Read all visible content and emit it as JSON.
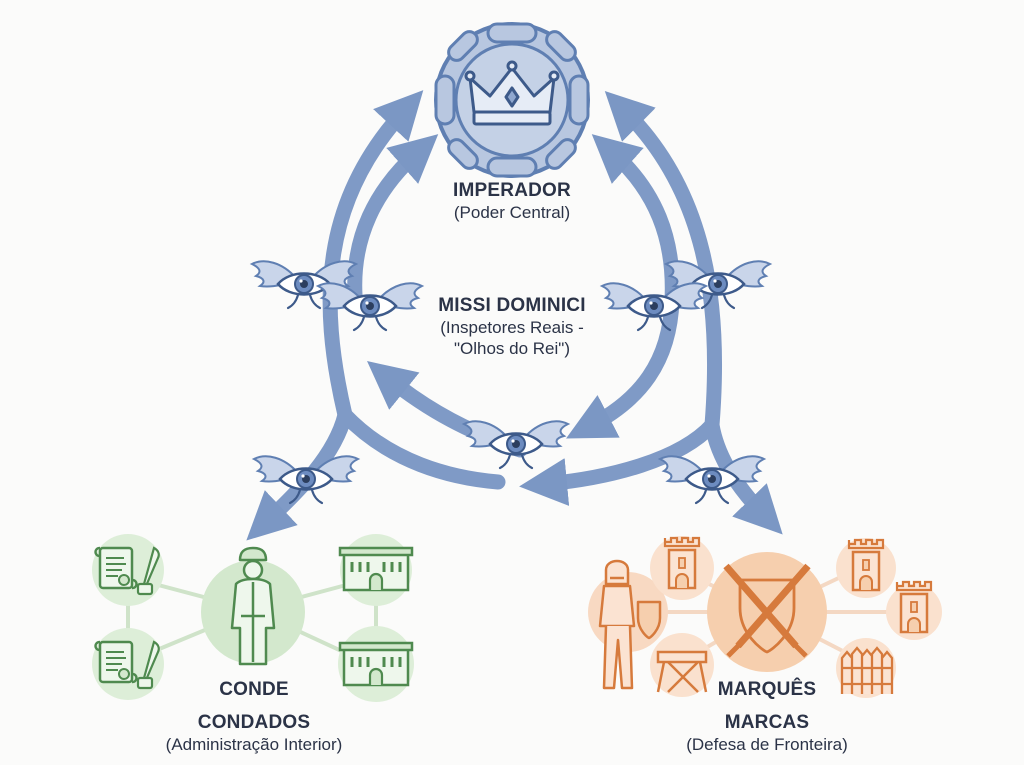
{
  "emperor": {
    "title": "IMPERADOR",
    "subtitle": "(Poder Central)"
  },
  "missi": {
    "title": "MISSI DOMINICI",
    "subtitle_line1": "(Inspetores Reais -",
    "subtitle_line2": "\"Olhos do Rei\")"
  },
  "conde": {
    "title": "CONDE",
    "region_title": "CONDADOS",
    "region_subtitle": "(Administração Interior)"
  },
  "marques": {
    "title": "MARQUÊS",
    "region_title": "MARCAS",
    "region_subtitle": "(Defesa de Fronteira)"
  },
  "colors": {
    "arrow": "#7f9ac6",
    "arrow_dark": "#5f7fb2",
    "emperor_fill": "#b8c7e0",
    "green_icon": "#4f8a4f",
    "green_fill": "#d3e8cd",
    "orange_icon": "#d67a3c",
    "orange_fill": "#f6cfae",
    "text": "#2b3347"
  }
}
